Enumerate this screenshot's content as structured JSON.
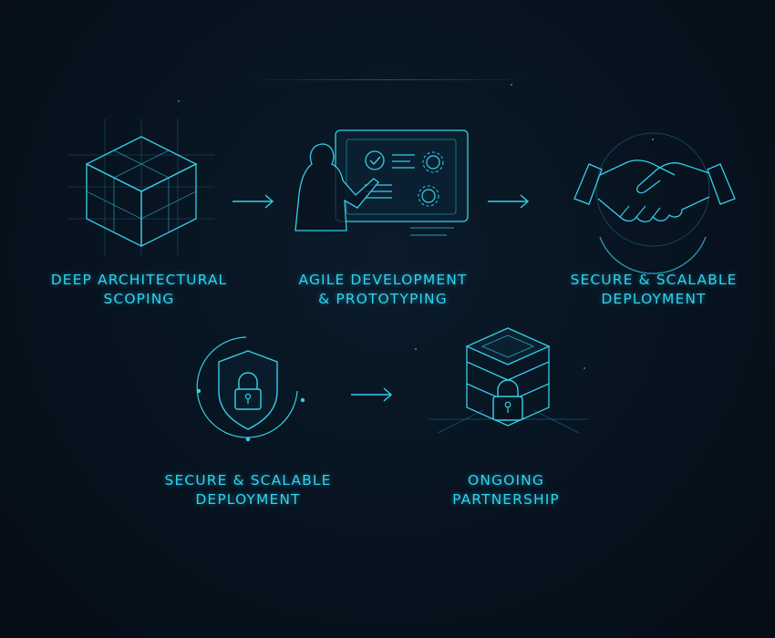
{
  "accent_color": "#2fd3ee",
  "steps": [
    {
      "line1": "DEEP ARCHITECTURAL",
      "line2": "SCOPING",
      "icon": "cube-icon"
    },
    {
      "line1": "AGILE DEVELOPMENT",
      "line2": "& PROTOTYPING",
      "icon": "developer-dashboard-icon"
    },
    {
      "line1": "SECURE & SCALABLE",
      "line2": "DEPLOYMENT",
      "icon": "handshake-icon"
    },
    {
      "line1": "SECURE & SCALABLE",
      "line2": "DEPLOYMENT",
      "icon": "shield-lock-icon"
    },
    {
      "line1": "ONGOING",
      "line2": "PARTNERSHIP",
      "icon": "server-lock-icon"
    }
  ],
  "connectors": [
    "arrow-right-icon",
    "arrow-right-icon",
    "arrow-right-icon"
  ]
}
